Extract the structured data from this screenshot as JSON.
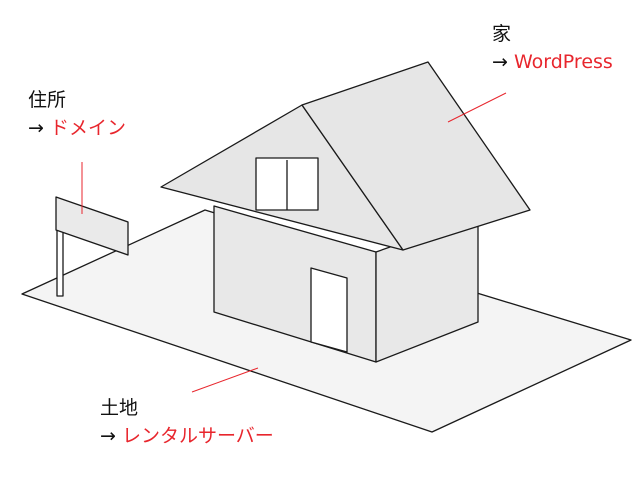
{
  "colors": {
    "stroke": "#1a1a1a",
    "ground": "#f4f4f4",
    "wall": "#e8e8e8",
    "roof": "#e6e6e6",
    "sign": "#eaeaea",
    "accent": "#e8262d",
    "white": "#ffffff"
  },
  "labels": {
    "house": {
      "title": "家",
      "arrow": "→ ",
      "value": "WordPress"
    },
    "address": {
      "title": "住所",
      "arrow": "→ ",
      "value": "ドメイン"
    },
    "land": {
      "title": "土地",
      "arrow": "→ ",
      "value": "レンタルサーバー"
    }
  }
}
